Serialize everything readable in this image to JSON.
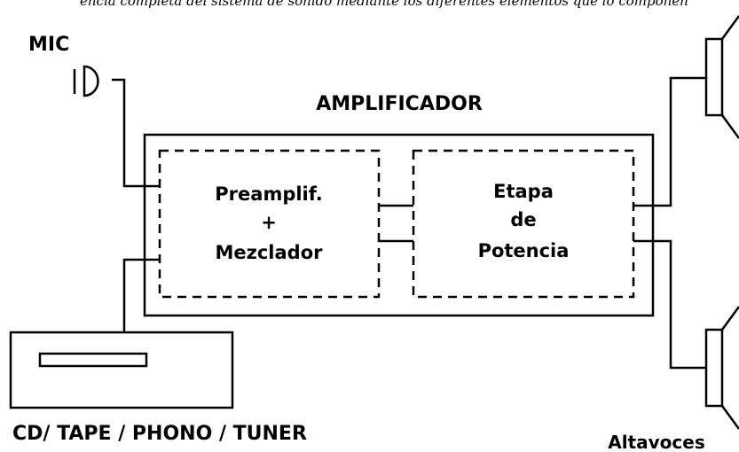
{
  "header_caption": "encia completa del sistema de sonido mediante los diferentes elementos que lo componen",
  "labels": {
    "mic": "MIC",
    "amplifier": "AMPLIFICADOR",
    "preamp_line1": "Preamplif.",
    "preamp_line2": "+",
    "preamp_line3": "Mezclador",
    "power_line1": "Etapa",
    "power_line2": "de",
    "power_line3": "Potencia",
    "source": "CD/ TAPE / PHONO / TUNER",
    "speakers": "Altavoces"
  },
  "colors": {
    "line": "#000000",
    "background": "#ffffff"
  },
  "icons": [
    "microphone-icon",
    "speaker-icon"
  ]
}
